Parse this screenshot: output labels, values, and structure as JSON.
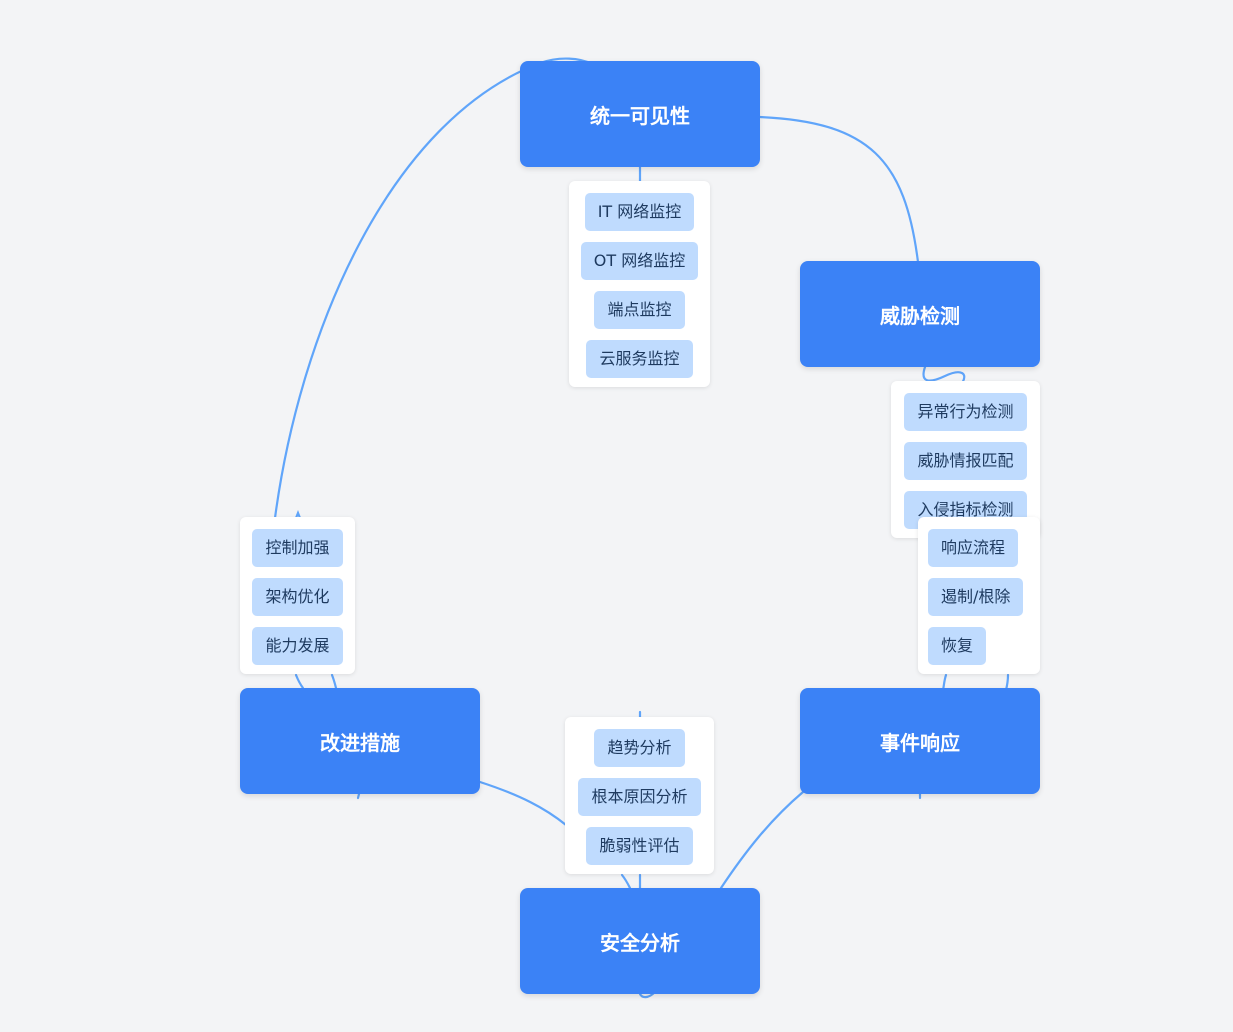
{
  "nodes": {
    "visibility": {
      "label": "统一可见性",
      "items": [
        "IT 网络监控",
        "OT 网络监控",
        "端点监控",
        "云服务监控"
      ]
    },
    "detection": {
      "label": "威胁检测",
      "items": [
        "异常行为检测",
        "威胁情报匹配",
        "入侵指标检测"
      ]
    },
    "response": {
      "label": "事件响应",
      "items": [
        "响应流程",
        "遏制/根除",
        "恢复"
      ]
    },
    "analysis": {
      "label": "安全分析",
      "items": [
        "趋势分析",
        "根本原因分析",
        "脆弱性评估"
      ]
    },
    "improvement": {
      "label": "改进措施",
      "items": [
        "控制加强",
        "架构优化",
        "能力发展"
      ]
    }
  },
  "colors": {
    "node": "#3b82f6",
    "chip": "#bfdbfe",
    "edge": "#60a5fa",
    "background": "#f3f4f6"
  }
}
